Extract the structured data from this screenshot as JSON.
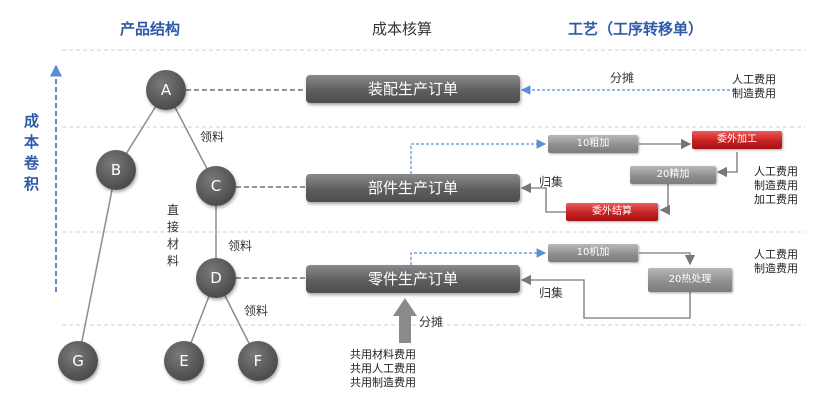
{
  "headers": {
    "structure": "产品结构",
    "costing": "成本核算",
    "process": "工艺（工序转移单）"
  },
  "side_label": [
    "成",
    "本",
    "卷",
    "积"
  ],
  "nodes": {
    "a": "A",
    "b": "B",
    "c": "C",
    "d": "D",
    "e": "E",
    "f": "F",
    "g": "G"
  },
  "orders": {
    "assembly": "装配生产订单",
    "parts": "部件生产订单",
    "components": "零件生产订单"
  },
  "steps": {
    "rough": "10粗加",
    "outsource": "委外加工",
    "finish": "20精加",
    "outsource_settle": "委外结算",
    "machining": "10机加",
    "heat": "20热处理"
  },
  "labels": {
    "pick1": "领料",
    "pick2": "领料",
    "pick3": "领料",
    "direct_material": [
      "直",
      "接",
      "材",
      "料"
    ],
    "allocate_top": "分摊",
    "allocate_bottom": "分摊",
    "collect1": "归集",
    "collect2": "归集"
  },
  "costs": {
    "top": [
      "人工费用",
      "制造费用"
    ],
    "middle": [
      "人工费用",
      "制造费用",
      "加工费用"
    ],
    "bottom": [
      "人工费用",
      "制造费用"
    ],
    "shared": [
      "共用材料费用",
      "共用人工费用",
      "共用制造费用"
    ]
  },
  "colors": {
    "header_blue": "#2e5aa8",
    "node_gray": "#5a5a5a",
    "outsource_red": "#c21e1e",
    "dashed_arrow_blue": "#5b8ed6",
    "divider": "#c9d3dd"
  }
}
